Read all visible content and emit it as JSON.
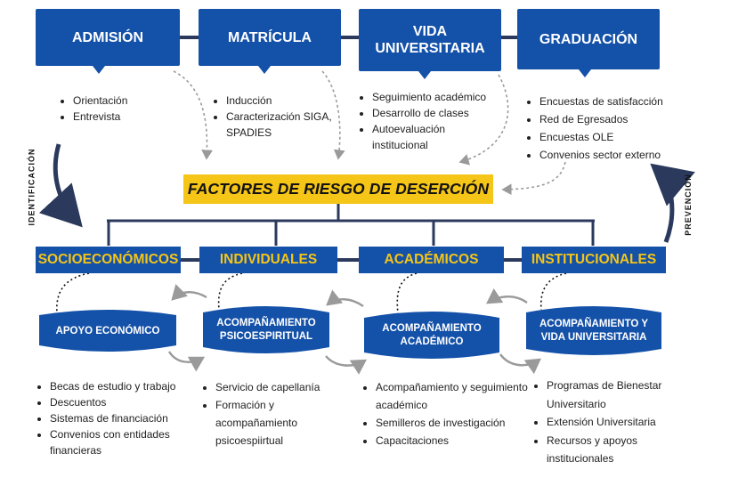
{
  "stages": [
    {
      "id": "admision",
      "label": "ADMISIÓN",
      "bullets": [
        "Orientación",
        "Entrevista"
      ]
    },
    {
      "id": "matricula",
      "label": "MATRÍCULA",
      "bullets": [
        "Inducción",
        "Caracterización SIGA, SPADIES"
      ]
    },
    {
      "id": "vida",
      "label": "VIDA UNIVERSITARIA",
      "bullets": [
        "Seguimiento académico",
        "Desarrollo de clases",
        "Autoevaluación institucional"
      ]
    },
    {
      "id": "graduacion",
      "label": "GRADUACIÓN",
      "bullets": [
        "Encuestas de satisfacción",
        "Red de Egresados",
        "Encuestas OLE",
        "Convenios sector externo"
      ]
    }
  ],
  "title": "FACTORES DE RIESGO DE DESERCIÓN",
  "side_labels": {
    "left": "IDENTIFICACIÓN",
    "right": "PREVENCIÓN"
  },
  "categories": [
    "SOCIOECONÓMICOS",
    "INDIVIDUALES",
    "ACADÉMICOS",
    "INSTITUCIONALES"
  ],
  "supports": [
    {
      "label": "APOYO ECONÓMICO",
      "bullets": [
        "Becas de estudio y trabajo",
        "Descuentos",
        "Sistemas  de financiación",
        "Convenios con entidades financieras"
      ]
    },
    {
      "label": "ACOMPAÑAMIENTO PSICOESPIRITUAL",
      "bullets": [
        "Servicio de capellanía",
        "Formación y acompañamiento psicoespiirtual"
      ]
    },
    {
      "label": "ACOMPAÑAMIENTO ACADÉMICO",
      "bullets": [
        "Acompañamiento  y seguimiento académico",
        "Semilleros de investigación",
        "Capacitaciones"
      ]
    },
    {
      "label": "ACOMPAÑAMIENTO Y VIDA UNIVERSITARIA",
      "bullets": [
        "Programas de Bienestar Universitario",
        "Extensión Universitaria",
        "Recursos y apoyos institucionales"
      ]
    }
  ],
  "colors": {
    "blue": "#1451a8",
    "navy": "#2b3a5c",
    "yellow": "#f5c518",
    "arrow_gray": "#9a9a9a"
  }
}
